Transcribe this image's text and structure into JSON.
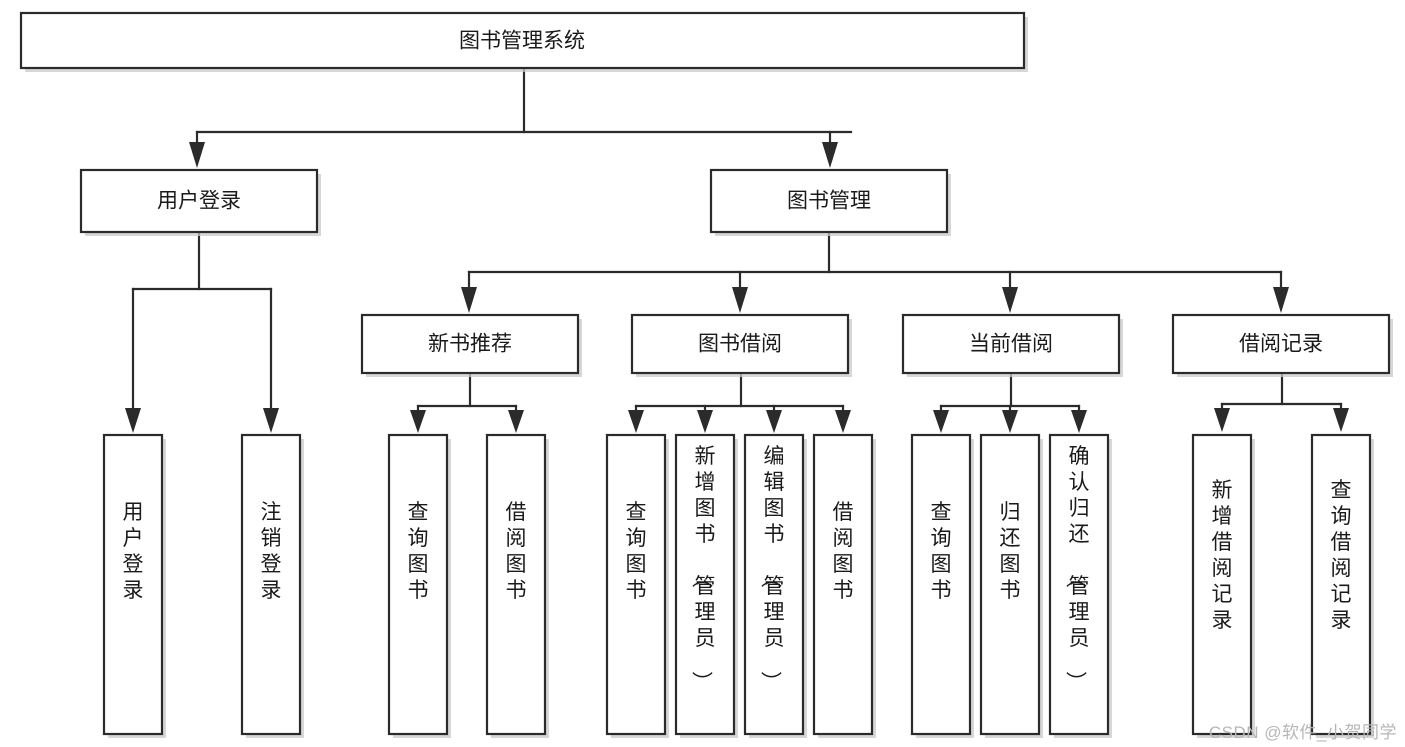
{
  "diagram": {
    "title": "图书管理系统",
    "type": "tree",
    "watermark": "CSDN @软件_小贺同学",
    "colors": {
      "box_fill": "#ffffff",
      "box_stroke": "#2b2b2b",
      "text": "#1a1a1a",
      "shadow": "#c9c9c9",
      "watermark": "#b6b6b6"
    },
    "nodes": {
      "root": {
        "label": "图书管理系统",
        "orientation": "horizontal",
        "level": 0
      },
      "l1": [
        {
          "label": "用户登录",
          "orientation": "horizontal",
          "level": 1
        },
        {
          "label": "图书管理",
          "orientation": "horizontal",
          "level": 1
        }
      ],
      "l2": [
        {
          "label": "新书推荐",
          "orientation": "horizontal",
          "level": 2,
          "parent": "图书管理"
        },
        {
          "label": "图书借阅",
          "orientation": "horizontal",
          "level": 2,
          "parent": "图书管理"
        },
        {
          "label": "当前借阅",
          "orientation": "horizontal",
          "level": 2,
          "parent": "图书管理"
        },
        {
          "label": "借阅记录",
          "orientation": "horizontal",
          "level": 2,
          "parent": "图书管理"
        }
      ],
      "leaves": [
        {
          "label": "用户登录",
          "orientation": "vertical",
          "parent": "用户登录"
        },
        {
          "label": "注销登录",
          "orientation": "vertical",
          "parent": "用户登录"
        },
        {
          "label": "查询图书",
          "orientation": "vertical",
          "parent": "新书推荐"
        },
        {
          "label": "借阅图书",
          "orientation": "vertical",
          "parent": "新书推荐"
        },
        {
          "label": "查询图书",
          "orientation": "vertical",
          "parent": "图书借阅"
        },
        {
          "label": "新增图书（管理员）",
          "orientation": "vertical",
          "parent": "图书借阅"
        },
        {
          "label": "编辑图书（管理员）",
          "orientation": "vertical",
          "parent": "图书借阅"
        },
        {
          "label": "借阅图书",
          "orientation": "vertical",
          "parent": "图书借阅"
        },
        {
          "label": "查询图书",
          "orientation": "vertical",
          "parent": "当前借阅"
        },
        {
          "label": "归还图书",
          "orientation": "vertical",
          "parent": "当前借阅"
        },
        {
          "label": "确认归还（管理员）",
          "orientation": "vertical",
          "parent": "当前借阅"
        },
        {
          "label": "新增借阅记录",
          "orientation": "vertical",
          "parent": "借阅记录"
        },
        {
          "label": "查询借阅记录",
          "orientation": "vertical",
          "parent": "借阅记录"
        }
      ]
    }
  }
}
